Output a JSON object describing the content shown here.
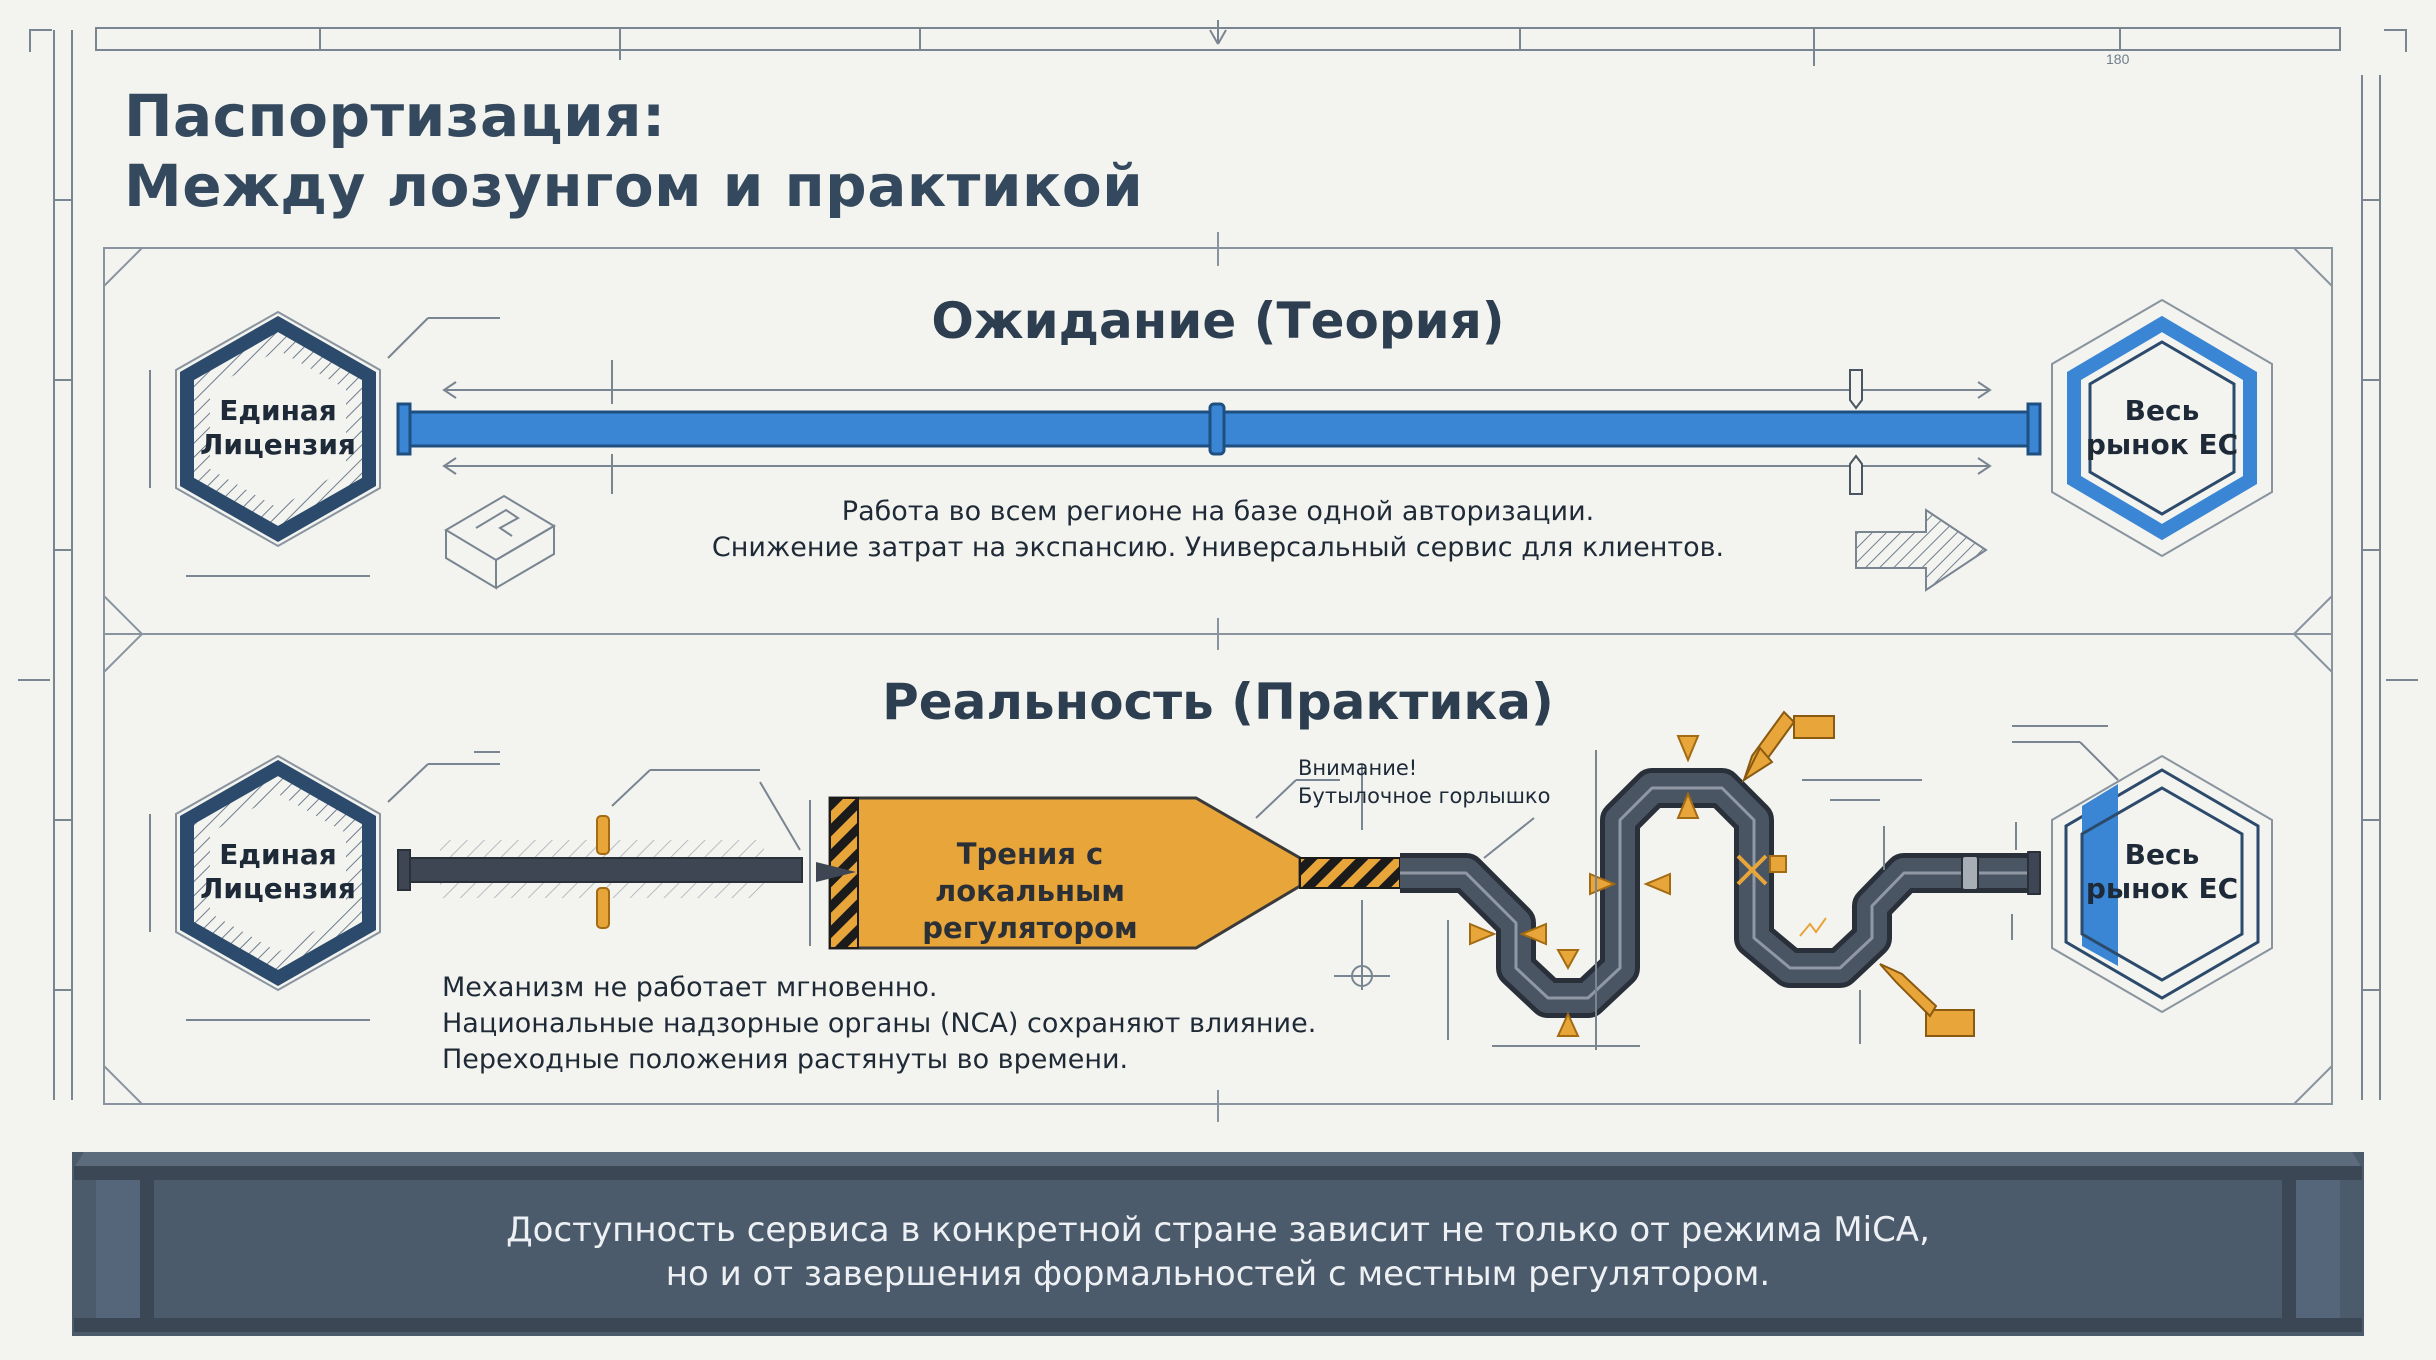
{
  "title": {
    "line1": "Паспортизация:",
    "line2": "Между лозунгом и практикой"
  },
  "theory": {
    "heading": "Ожидание (Теория)",
    "left_node": {
      "line1": "Единая",
      "line2": "Лицензия"
    },
    "right_node": {
      "line1": "Весь",
      "line2": "рынок ЕС"
    },
    "description": [
      "Работа во всем регионе на базе одной авторизации.",
      "Снижение затрат на экспансию. Универсальный сервис для клиентов."
    ]
  },
  "practice": {
    "heading": "Реальность (Практика)",
    "left_node": {
      "line1": "Единая",
      "line2": "Лицензия"
    },
    "right_node": {
      "line1": "Весь",
      "line2": "рынок ЕС"
    },
    "friction_box": {
      "line1": "Трения с локальным",
      "line2": "регулятором"
    },
    "warning": {
      "line1": "Внимание!",
      "line2": "Бутылочное горлышко"
    },
    "description": [
      "Механизм не работает мгновенно.",
      "Национальные надзорные органы (NCA) сохраняют влияние.",
      "Переходные положения растянуты во времени."
    ]
  },
  "ruler_label": "180",
  "conclusion": {
    "line1": "Доступность сервиса в конкретной стране зависит не только от режима MiCA,",
    "line2": "но и от завершения формальностей с местным регулятором."
  },
  "colors": {
    "navy": "#2c4a6b",
    "blue": "#3a86d4",
    "pipe_dark": "#3e4654",
    "orange": "#e8a53a",
    "banner": "#4c5b6c",
    "background": "#f3f4f0"
  }
}
